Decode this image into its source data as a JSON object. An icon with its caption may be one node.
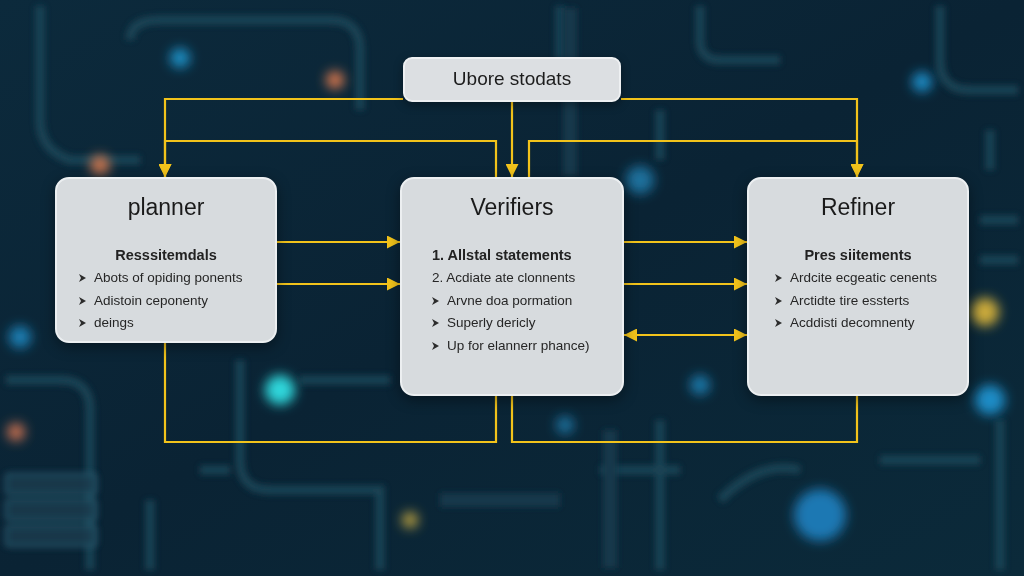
{
  "diagram": {
    "nodes": [
      {
        "text": [
          "Ubore stodats"
        ]
      },
      {
        "text": [
          "planner",
          "Resssitemdals",
          "Abots of opiding ponents",
          "Adistoin ceponenty",
          "deings"
        ]
      },
      {
        "text": [
          "Verifiers",
          "1. Allstal statements",
          "2. Acdiate ate clonnents",
          "Arvne doa pormation",
          "Superly dericly",
          "Up for elannerr phance)"
        ]
      },
      {
        "text": [
          "Refiner",
          "Pres siitements",
          "Ardcite ecgeatic cenents",
          "Arctidte tire essterts",
          "Acddisti decomnenty"
        ]
      }
    ],
    "edges": [
      {
        "from": 0,
        "to": 1,
        "arrow": "to"
      },
      {
        "from": 0,
        "to": 2,
        "arrow": "to"
      },
      {
        "from": 0,
        "to": 3,
        "arrow": "to"
      },
      {
        "from": 2,
        "to": 1,
        "arrow": "to"
      },
      {
        "from": 2,
        "to": 3,
        "arrow": "to"
      },
      {
        "from": 1,
        "to": 2,
        "arrow": "to"
      },
      {
        "from": 1,
        "to": 2,
        "arrow": "to"
      },
      {
        "from": 2,
        "to": 3,
        "arrow": "to"
      },
      {
        "from": 2,
        "to": 3,
        "arrow": "to"
      },
      {
        "from": 2,
        "to": 3,
        "arrow": "both"
      },
      {
        "from": 1,
        "to": 2,
        "arrow": "none"
      },
      {
        "from": 2,
        "to": 3,
        "arrow": "none"
      }
    ]
  }
}
